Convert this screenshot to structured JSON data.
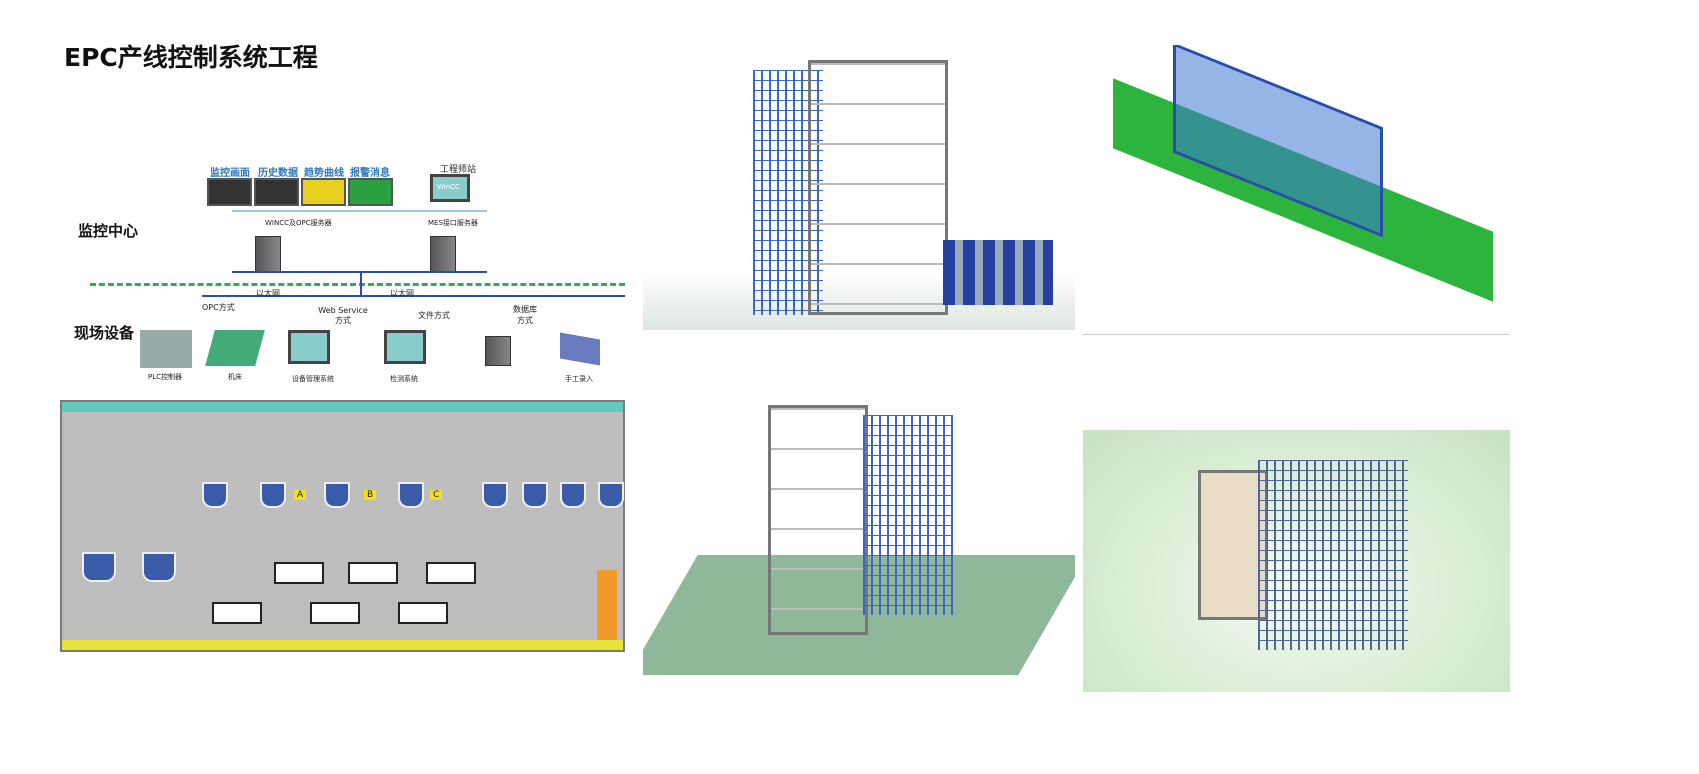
{
  "page": {
    "title": "EPC产线控制系统工程"
  },
  "diagram": {
    "zones": {
      "monitor_center": "监控中心",
      "field_devices": "现场设备"
    },
    "screens": [
      "监控画面",
      "历史数据",
      "趋势曲线",
      "报警消息"
    ],
    "engineer_station": "工程师站",
    "wincc": "WinCC",
    "servers": [
      "WINCC及OPC服务器",
      "MES接口服务器"
    ],
    "network": [
      "以太网",
      "以太网"
    ],
    "methods": [
      "OPC方式",
      "Web Service方式",
      "文件方式",
      "数据库方式"
    ],
    "devices": [
      "PLC控制器",
      "机床",
      "设备管理系统",
      "检测系统",
      "手工录入"
    ],
    "colors": {
      "line": "#2b4fa8",
      "divider": "#3aa65a",
      "screen_label": "#2e78b8"
    }
  },
  "scada": {
    "markers": [
      "A",
      "B",
      "C"
    ],
    "colors": {
      "header": "#5fc9c0",
      "footer": "#e7e13c",
      "side": "#f19a27"
    }
  }
}
